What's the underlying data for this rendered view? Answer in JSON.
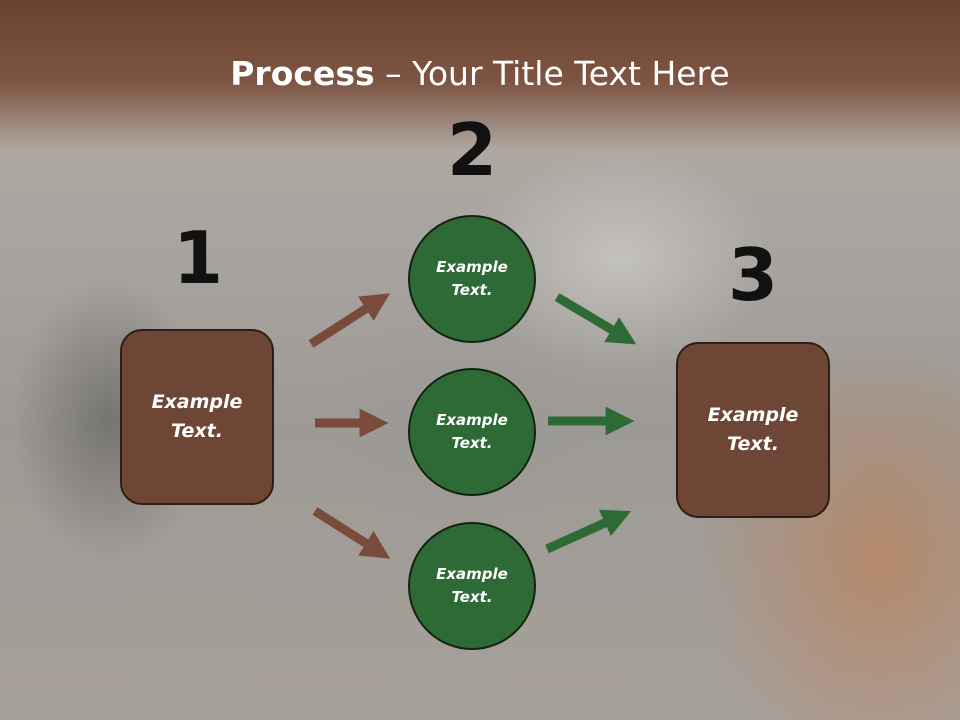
{
  "title": {
    "bold": "Process",
    "rest": " – Your Title Text Here"
  },
  "steps": {
    "one": {
      "number": "1",
      "text": "Example\nText."
    },
    "two": {
      "number": "2"
    },
    "three": {
      "number": "3",
      "text": "Example\nText."
    }
  },
  "circles": [
    {
      "text": "Example\nText."
    },
    {
      "text": "Example\nText."
    },
    {
      "text": "Example\nText."
    }
  ],
  "colors": {
    "brown_box": "#6e4635",
    "green_circle": "#2d6a35",
    "brown_arrow": "#7a4b3a",
    "green_arrow": "#2e6a35"
  }
}
